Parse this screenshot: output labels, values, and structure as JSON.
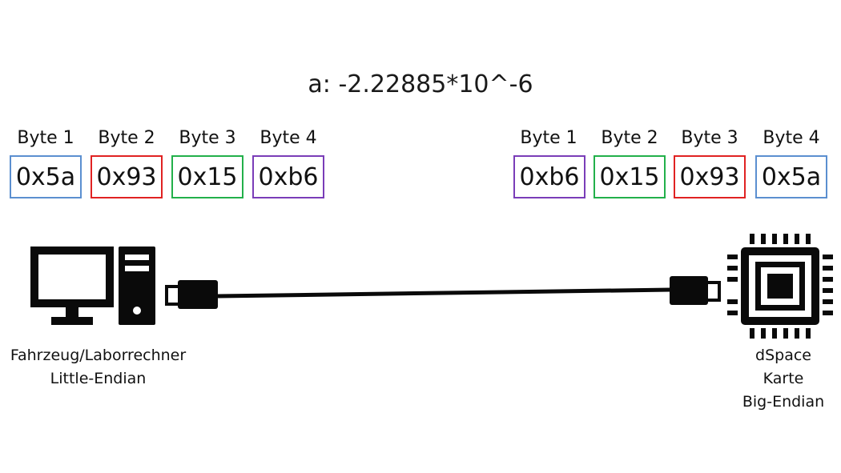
{
  "title": "a: -2.22885*10^-6",
  "colors": {
    "blue": "#5b8fd0",
    "red": "#e02222",
    "green": "#22b04a",
    "purple": "#7a3db8"
  },
  "left": {
    "bytes": [
      {
        "label": "Byte 1",
        "value": "0x5a",
        "color": "blue"
      },
      {
        "label": "Byte 2",
        "value": "0x93",
        "color": "red"
      },
      {
        "label": "Byte 3",
        "value": "0x15",
        "color": "green"
      },
      {
        "label": "Byte 4",
        "value": "0xb6",
        "color": "purple"
      }
    ],
    "caption": [
      "Fahrzeug/Laborrechner",
      "Little-Endian"
    ],
    "icon": "desktop-computer-icon"
  },
  "right": {
    "bytes": [
      {
        "label": "Byte 1",
        "value": "0xb6",
        "color": "purple"
      },
      {
        "label": "Byte 2",
        "value": "0x15",
        "color": "green"
      },
      {
        "label": "Byte 3",
        "value": "0x93",
        "color": "red"
      },
      {
        "label": "Byte 4",
        "value": "0x5a",
        "color": "blue"
      }
    ],
    "caption": [
      "dSpace",
      "Karte",
      "Big-Endian"
    ],
    "icon": "microchip-icon"
  }
}
